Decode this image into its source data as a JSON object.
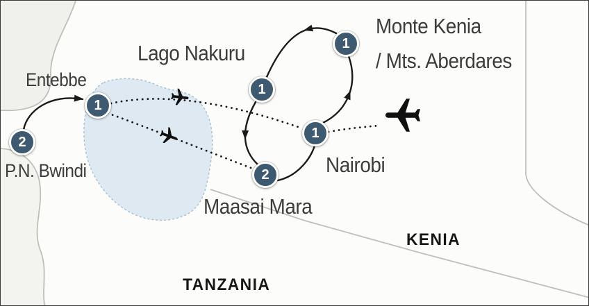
{
  "map": {
    "region_labels": {
      "kenia": "KENIA",
      "tanzania": "TANZANIA"
    },
    "locations": {
      "entebbe": {
        "label": "Entebbe",
        "nights": "1"
      },
      "lago_nakuru": {
        "label": "Lago Nakuru",
        "nights": "1"
      },
      "monte_kenia": {
        "label_line1": "Monte Kenia",
        "label_line2": "/ Mts. Aberdares",
        "nights": "1"
      },
      "pn_bwindi": {
        "label": "P.N. Bwindi",
        "nights": "2"
      },
      "nairobi": {
        "label": "Nairobi",
        "nights": "1"
      },
      "maasai_mara": {
        "label": "Maasai Mara",
        "nights": "2"
      }
    },
    "icons": {
      "large_plane": "airplane-icon",
      "small_plane": "small-airplane-icon"
    },
    "colors": {
      "marker_fill": "#3d5a70",
      "lake_fill": "#dfe9f1",
      "route": "#1a1a1a",
      "border": "#bfbfba",
      "land": "#fcfcfa"
    }
  }
}
